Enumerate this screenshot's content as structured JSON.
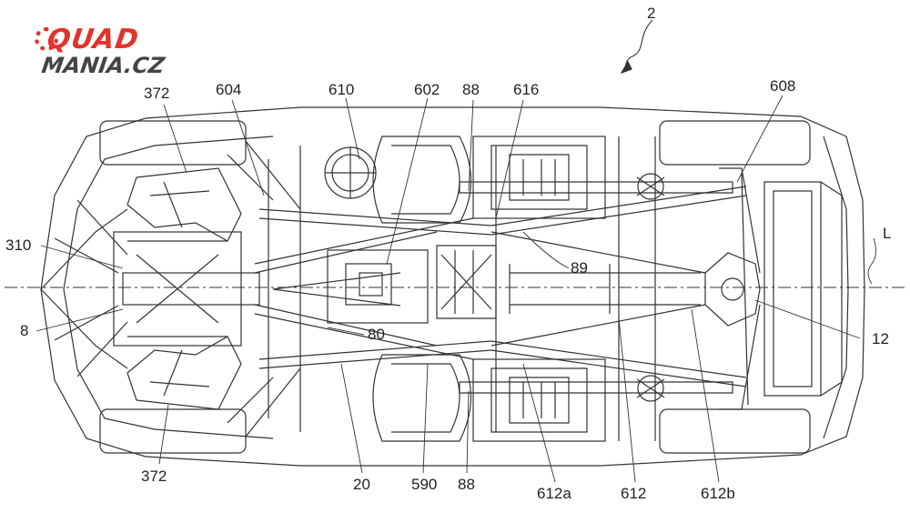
{
  "logo": {
    "top": "QUAD",
    "bottom": "MANIA.CZ",
    "accent_color": "#e0342c",
    "text_color": "#444444"
  },
  "labels": {
    "fig": "2",
    "l372a": "372",
    "l604": "604",
    "l610": "610",
    "l602": "602",
    "l88a": "88",
    "l616": "616",
    "l608": "608",
    "l310": "310",
    "lL": "L",
    "l89": "89",
    "l8": "8",
    "l80": "80",
    "l12": "12",
    "l372b": "372",
    "l20": "20",
    "l590": "590",
    "l88b": "88",
    "l612a": "612a",
    "l612": "612",
    "l612b": "612b"
  }
}
